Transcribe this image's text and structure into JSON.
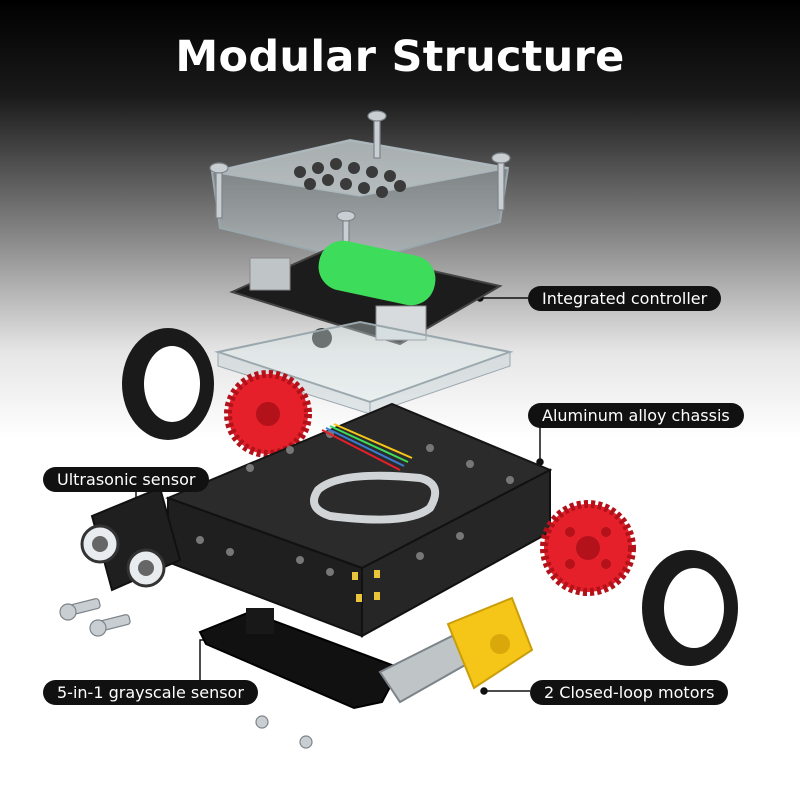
{
  "title": "Modular Structure",
  "labels": {
    "controller": "Integrated controller",
    "chassis": "Aluminum alloy chassis",
    "ultrasonic": "Ultrasonic sensor",
    "grayscale": "5-in-1 grayscale sensor",
    "motors": "2 Closed-loop motors"
  },
  "colors": {
    "label_bg": "#111111",
    "label_text": "#ffffff",
    "gear": "#e5202a",
    "motor": "#f5c518",
    "pcb": "#1c1c1c",
    "battery": "#3ddc5a",
    "chassis": "#2a2a2a"
  }
}
